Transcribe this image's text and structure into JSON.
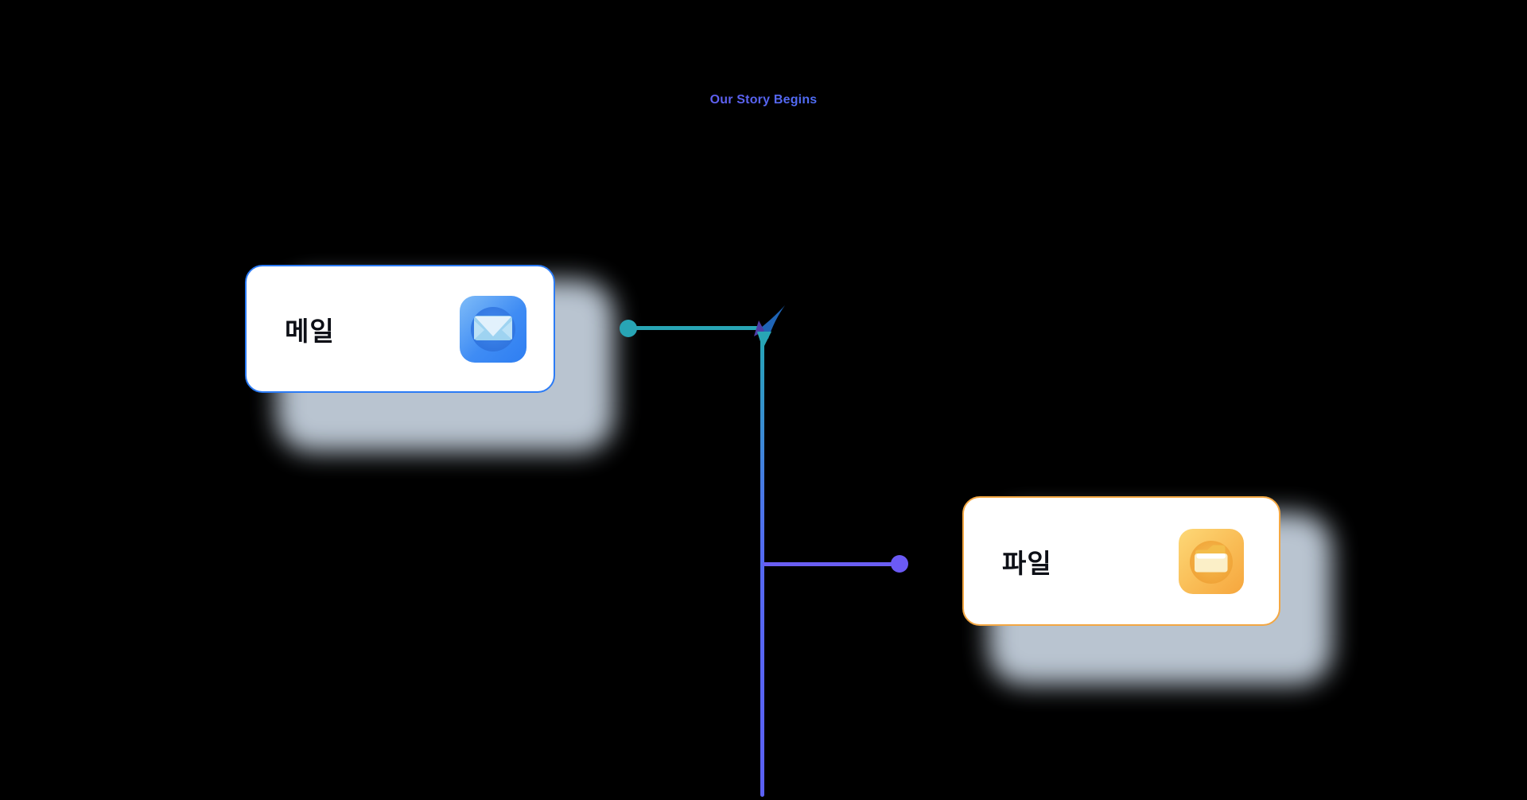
{
  "scene": {
    "background_color": "#000000",
    "title": {
      "text": "Our Story Begins",
      "gradient_start": "#6f56ee",
      "gradient_end": "#3e7efb"
    }
  },
  "nodes": [
    {
      "id": "mail",
      "label": "메일",
      "icon": "mail-app-icon",
      "card_color": "#ffffff",
      "border_color": "#2b7bf5",
      "icon_gradient": [
        "#6db0f7",
        "#2f7ff2"
      ],
      "connector": {
        "line_color": "#28a5b5",
        "endpoint_dot_color": "#28a5b5"
      }
    },
    {
      "id": "file",
      "label": "파일",
      "icon": "folder-app-icon",
      "card_color": "#ffffff",
      "border_color": "#f3a743",
      "icon_gradient": [
        "#fdd877",
        "#f6a63d"
      ],
      "connector": {
        "line_color": "#6a5ef3",
        "endpoint_dot_color": "#6b5af5"
      }
    }
  ],
  "connectors": {
    "timeline_gradient": [
      "#23a7b4",
      "#5b60f4"
    ],
    "arrow_colors": {
      "sail": "#1f64b6",
      "wing": "#4e3da6",
      "tail": "#28a5b5"
    },
    "card_shadow_color": "#c3cfdc"
  }
}
